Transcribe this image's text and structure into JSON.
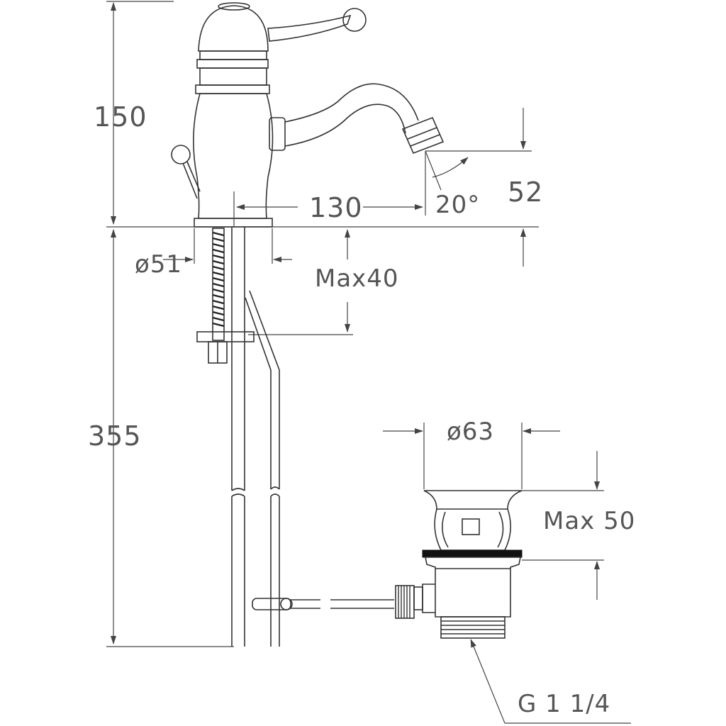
{
  "dimensions": {
    "height_top": "150",
    "height_bottom": "355",
    "spout_reach": "130",
    "spout_height": "52",
    "spout_angle": "20°",
    "base_diameter": "ø51",
    "max_deck": "Max40",
    "waste_diameter": "ø63",
    "waste_max": "Max 50",
    "thread": "G 1 1/4"
  }
}
